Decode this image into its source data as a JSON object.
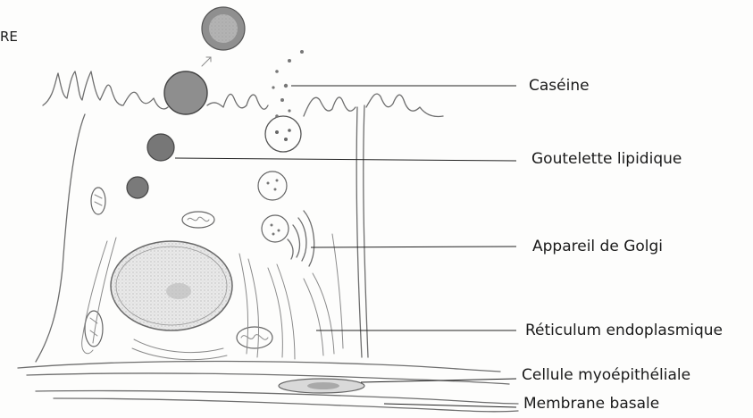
{
  "figure": {
    "corner_text": "RE",
    "labels": {
      "caseine": "Caséine",
      "goutelette": "Goutelette lipidique",
      "golgi": "Appareil de Golgi",
      "reticulum": "Réticulum endoplasmique",
      "myoepitheliale": "Cellule myoépithéliale",
      "membrane": "Membrane basale"
    }
  }
}
